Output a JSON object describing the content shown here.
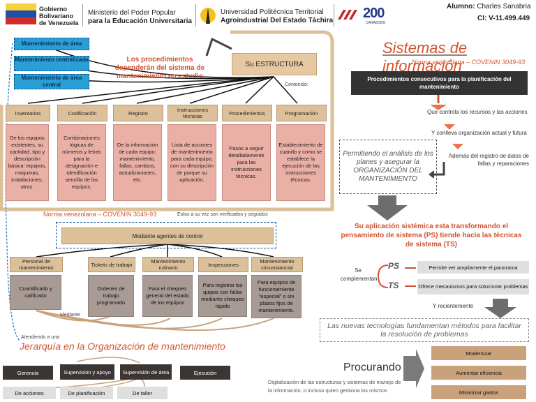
{
  "header": {
    "gov_line1": "Gobierno",
    "gov_line2": "Bolivariano",
    "gov_line3": "de Venezuela",
    "ministry_line1": "Ministerio del Poder Popular",
    "ministry_line2": "para la Educación Universitaria",
    "univ_line1": "Universidad Politécnica Territorial",
    "univ_line2": "Agroindustrial Del Estado Táchira",
    "anniv_number": "200",
    "anniv_sub": "CARABOBO",
    "student_label": "Alumno:",
    "student_name": "Charles Sanabria",
    "ci_label": "CI:",
    "ci_value": "V-11.499.449"
  },
  "left": {
    "blue_boxes": [
      "Mantenimiento de área",
      "Mantenimiento centralizado",
      "Mantenimiento de área central"
    ],
    "procedures_note": "Los procedimientos dependerán del sistema de mantenimiento en estudio",
    "structure_label": "Su ESTRUCTURA",
    "contains_label": "Contenido:",
    "categories": [
      {
        "title": "Inventarios",
        "desc": "De los equipos existentes, su cantidad, tipo y descripción básica: equipos, maquinas, instalaciones, otros."
      },
      {
        "title": "Codificación",
        "desc": "Combinaciones lógicas de números y letras para la designación e identificación sencilla de los equipos."
      },
      {
        "title": "Registro",
        "desc": "De la información de cada equipo: mantenimiento, fallas, cambios, actualizaciones, etc."
      },
      {
        "title": "Instrucciones técnicas",
        "desc": "Lista de acciones de mantenimiento para cada equipo, con su descripción de porque su aplicación."
      },
      {
        "title": "Procedimientos",
        "desc": "Pasos a seguir detalladamente para las instrucciones técnicas."
      },
      {
        "title": "Programación",
        "desc": "Establecimiento de cuando y como se establece la ejecución de las instrucciones técnicas."
      }
    ],
    "norm_label": "Norma venezolana – COVENIN 3049-93",
    "verified_note": "Estos a su vez son verificados y seguidos",
    "agents_label": "Mediante agentes de control",
    "agents": [
      {
        "title": "Personal de mantenimiento",
        "desc": "Cuantificado y calificado"
      },
      {
        "title": "Tickets de trabajo",
        "desc": "Ordenes de trabajo programado"
      },
      {
        "title": "Mantenimiento rutinario",
        "desc": "Para el chequeo general del estado de los equipos"
      },
      {
        "title": "Inspecciones",
        "desc": "Para registrar los quipos con fallas mediante chequeo rápido"
      },
      {
        "title": "Mantenimiento circunstancial",
        "desc": "Para equipos de funcionamiento \"especial\" o sin plazos fijos de mantenimiento."
      }
    ],
    "mediante_label": "Mediante",
    "attending_label": "Atendiendo a una",
    "hierarchy_title": "Jerarquía en la Organización de mantenimiento",
    "hierarchy_top": [
      "Gerencia",
      "Supervisión y apoyo",
      "Supervisión de área",
      "Ejecución"
    ],
    "hierarchy_bottom": [
      "De acciones",
      "De planificación",
      "De taller"
    ]
  },
  "right": {
    "title": "Sistemas de información",
    "norm_label": "Norma venezolana – COVENIN 3049-93",
    "procedures_box": "Procedimientos consecutivos para la planificación del mantenimiento",
    "step1": "Que controla los recursos y las acciones",
    "step2": "Y conlleva organización actual y futura",
    "step3": "Además del registro de datos de fallas y reparaciones",
    "analysis_note": "Permitiendo el análisis de los planes y asegurar la ORGANIZACIÓN DEL MANTENIMIENTO",
    "application_text": "Su aplicación sistémica esta transformando el pensamiento de sistema (PS) tiende hacia las técnicas de sistema (TS)",
    "complement_label": "Se complementan",
    "ps_label": "PS",
    "ts_label": "TS",
    "ps_desc": "Permite ver ampliamente el panorama",
    "ts_desc": "Ofrece mecanismos para solucionar problemas",
    "recently_label": "Y recientemente",
    "new_tech_note": "Las nuevas tecnologías fundamentan métodos para facilitar la resolución de problemas",
    "procurando_label": "Procurando",
    "digitization_text": "Digitalización de las estructuras y sistemas de manejo de la información, o incluso quien gestiona los mismos",
    "goals": [
      "Modernizar",
      "Aumentar eficiencia",
      "Minimizar gastos"
    ]
  },
  "colors": {
    "accent_red": "#d2532e",
    "blue_box": "#2a9fd6",
    "tan": "#dcc09a",
    "rose": "#eab0a6",
    "dark": "#3b3634"
  }
}
